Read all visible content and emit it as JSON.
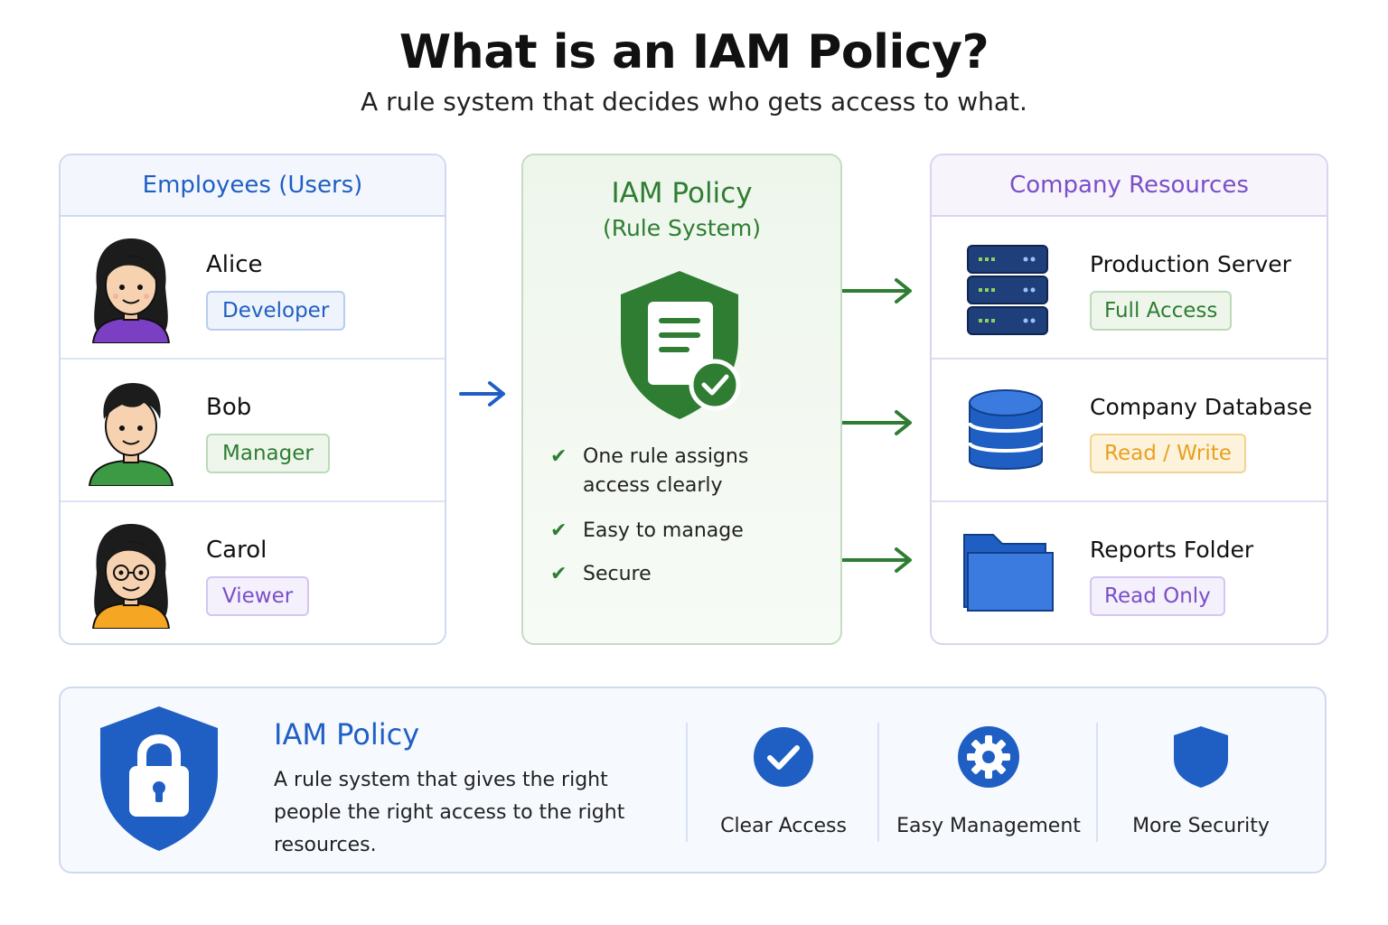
{
  "header": {
    "title": "What is an IAM Policy?",
    "subtitle": "A rule system that decides who gets access to what."
  },
  "employees": {
    "title": "Employees (Users)",
    "users": [
      {
        "name": "Alice",
        "role": "Developer"
      },
      {
        "name": "Bob",
        "role": "Manager"
      },
      {
        "name": "Carol",
        "role": "Viewer"
      }
    ]
  },
  "policy": {
    "title": "IAM Policy",
    "subtitle": "(Rule System)",
    "checks": [
      "One rule assigns access clearly",
      "Easy to manage",
      "Secure"
    ]
  },
  "resources": {
    "title": "Company Resources",
    "items": [
      {
        "name": "Production Server",
        "access": "Full Access",
        "icon": "server-icon"
      },
      {
        "name": "Company Database",
        "access": "Read / Write",
        "icon": "database-icon"
      },
      {
        "name": "Reports Folder",
        "access": "Read Only",
        "icon": "folder-icon"
      }
    ]
  },
  "summary": {
    "title": "IAM Policy",
    "description": "A rule system that gives the right people the right access to the right resources.",
    "features": [
      {
        "label": "Clear Access",
        "icon": "check-circle-icon"
      },
      {
        "label": "Easy Management",
        "icon": "gear-icon"
      },
      {
        "label": "More Security",
        "icon": "shield-icon"
      }
    ]
  },
  "colors": {
    "blue": "#1f5fc4",
    "green": "#2e7d32",
    "purple": "#7a4fc7",
    "orange": "#e8a020"
  }
}
